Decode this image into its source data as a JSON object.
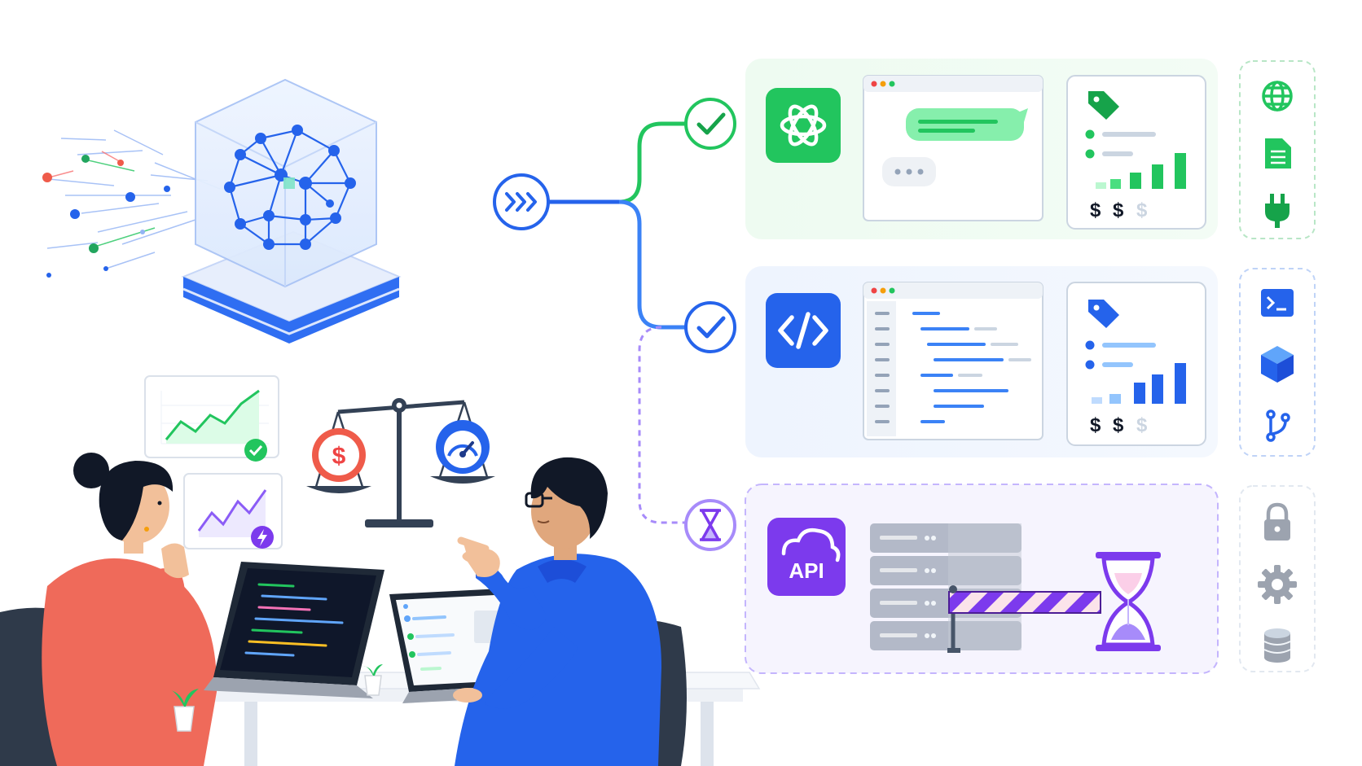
{
  "colors": {
    "green": "#22c55e",
    "green_dark": "#16a34a",
    "blue": "#2563eb",
    "blue_light": "#3b82f6",
    "purple": "#7c3aed",
    "purple_light": "#a78bfa",
    "red": "#ef4444",
    "navy": "#1e293b",
    "skin": "#f2c09a",
    "sweater": "#ef6a5a",
    "hoodie": "#2563eb"
  },
  "router": {
    "node_icon": "chevrons-right-icon",
    "routes": [
      {
        "status_icon": "check-icon",
        "status": "available",
        "color": "green"
      },
      {
        "status_icon": "check-icon",
        "status": "available",
        "color": "blue"
      },
      {
        "status_icon": "hourglass-icon",
        "status": "waiting",
        "color": "purple"
      }
    ]
  },
  "providers": [
    {
      "logo_icon": "openai-logo-icon",
      "preview": "chat-window",
      "price_symbols": [
        "$",
        "$",
        "$"
      ],
      "side_icons": [
        "globe-icon",
        "document-icon",
        "plug-icon"
      ]
    },
    {
      "logo_icon": "code-brackets-icon",
      "preview": "code-editor-window",
      "price_symbols": [
        "$",
        "$",
        "$"
      ],
      "side_icons": [
        "terminal-icon",
        "cube-icon",
        "git-branch-icon"
      ]
    },
    {
      "logo_label": "API",
      "logo_icon": "cloud-icon",
      "preview": "server-rack-with-barrier",
      "side_icons": [
        "lock-icon",
        "gear-icon",
        "database-icon"
      ]
    }
  ],
  "scene": {
    "balance_icons": [
      "dollar-coin-icon",
      "speedometer-icon"
    ],
    "balance_symbol": "$",
    "chart_cards": [
      "growth-chart-check",
      "growth-chart-lightning"
    ]
  }
}
